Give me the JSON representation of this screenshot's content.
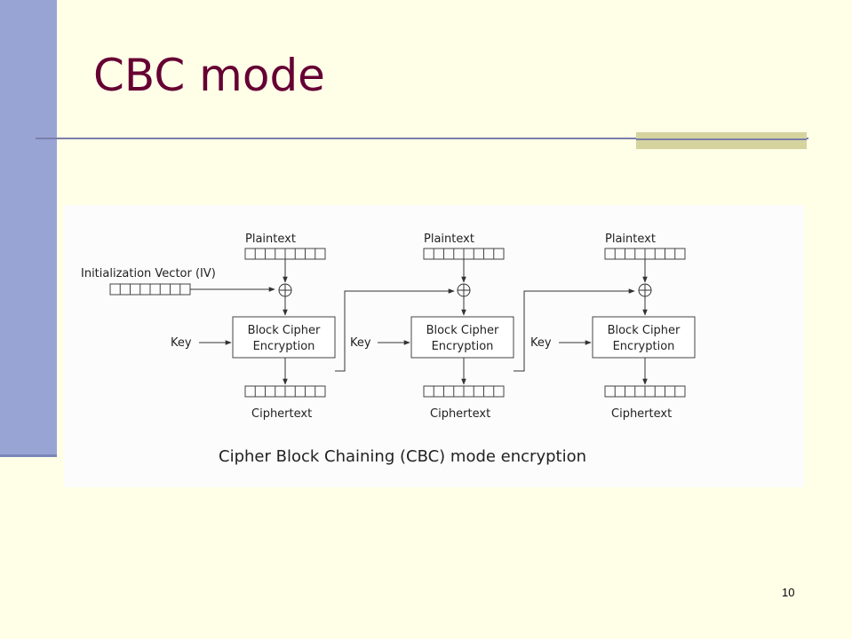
{
  "slide": {
    "title": "CBC mode",
    "page_number": "10"
  },
  "diagram": {
    "caption": "Cipher Block Chaining (CBC) mode encryption",
    "iv_label": "Initialization Vector (IV)",
    "stages": [
      {
        "plaintext": "Plaintext",
        "key": "Key",
        "block_line1": "Block Cipher",
        "block_line2": "Encryption",
        "ciphertext": "Ciphertext"
      },
      {
        "plaintext": "Plaintext",
        "key": "Key",
        "block_line1": "Block Cipher",
        "block_line2": "Encryption",
        "ciphertext": "Ciphertext"
      },
      {
        "plaintext": "Plaintext",
        "key": "Key",
        "block_line1": "Block Cipher",
        "block_line2": "Encryption",
        "ciphertext": "Ciphertext"
      }
    ]
  },
  "colors": {
    "background": "#FFFFE8",
    "sidebar": "#98A4D4",
    "title": "#660033",
    "rule": "#7B7FA8",
    "accent": "#D6D49E"
  }
}
